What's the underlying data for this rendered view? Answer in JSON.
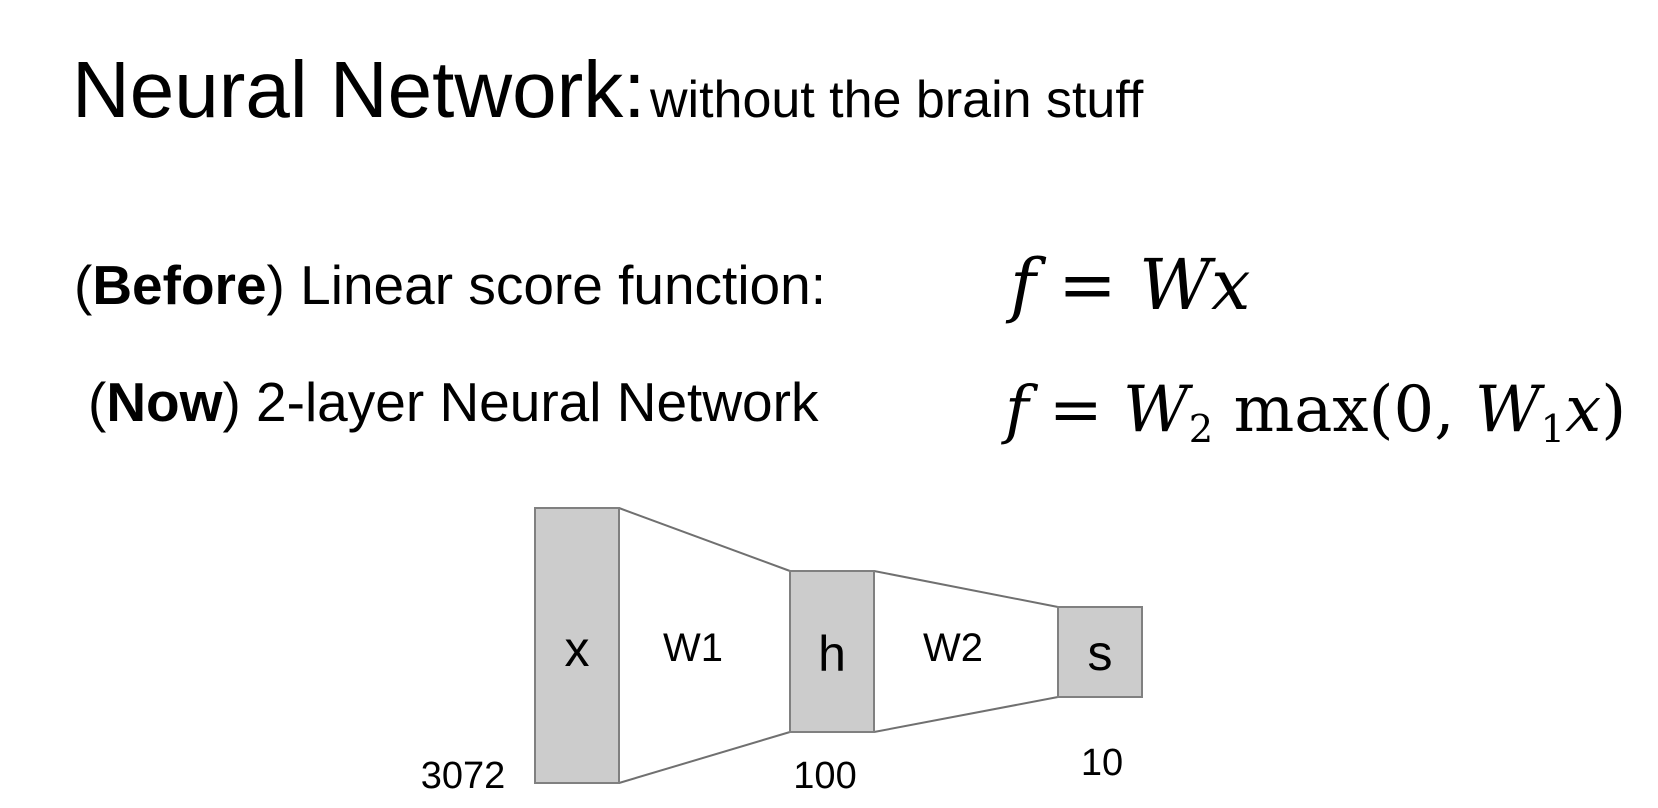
{
  "title": {
    "main": "Neural Network:",
    "subtitle": "without the brain stuff"
  },
  "before": {
    "open_paren": "(",
    "bold": "Before",
    "close_paren": ")",
    "text": " Linear score function:"
  },
  "now": {
    "open_paren": "(",
    "bold": "Now",
    "close_paren": ")",
    "text": " 2-layer Neural Network"
  },
  "equations": {
    "linear": {
      "f": "f",
      "eq": " = ",
      "W": "W",
      "x": "x"
    },
    "nn": {
      "f": "f",
      "eq": " = ",
      "W2": "W",
      "W2_sub": "2",
      "max": " max(0, ",
      "W1": "W",
      "W1_sub": "1",
      "x": "x",
      "close": ")"
    }
  },
  "diagram": {
    "layers": [
      {
        "name": "x",
        "size": "3072"
      },
      {
        "name": "h",
        "size": "100"
      },
      {
        "name": "s",
        "size": "10"
      }
    ],
    "weights": [
      "W1",
      "W2"
    ],
    "colors": {
      "box_fill": "#cccccc",
      "box_stroke": "#808080",
      "line_stroke": "#707070"
    }
  }
}
